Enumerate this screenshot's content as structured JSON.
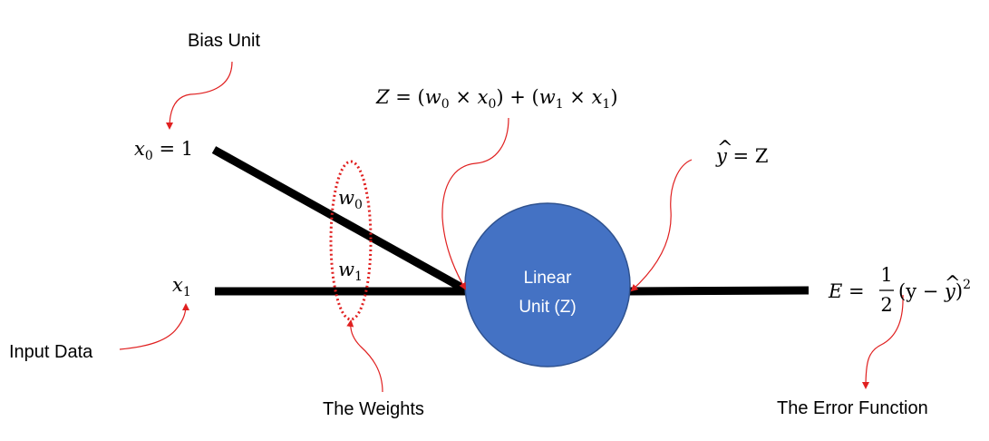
{
  "labels": {
    "bias_unit": "Bias Unit",
    "input_data": "Input Data",
    "the_weights": "The Weights",
    "error_function": "The Error Function"
  },
  "node": {
    "line1": "Linear",
    "line2": "Unit (Z)",
    "fill": "#4472C4",
    "stroke": "#2F528F"
  },
  "equations": {
    "x0": {
      "var": "x",
      "sub": "0",
      "rest": " = 1"
    },
    "x1": {
      "var": "x",
      "sub": "1"
    },
    "w0": {
      "var": "w",
      "sub": "0"
    },
    "w1": {
      "var": "w",
      "sub": "1"
    },
    "z": {
      "lhs": "Z = (",
      "w": "w",
      "w_sub0": "0",
      "times": " × ",
      "x": "x",
      "x_sub0": "0",
      "mid": ") + (",
      "w_sub1": "1",
      "x_sub1": "1",
      "end": ")"
    },
    "yhat": {
      "var": "y",
      "hat": "^",
      "rest": " = Z"
    },
    "error": {
      "lhs": "E = ",
      "num": "1",
      "den": "2",
      "open": "(y − ",
      "y": "y",
      "hat": "^",
      "close": ")",
      "sup": "2"
    }
  },
  "colors": {
    "arrow": "#E02020",
    "edge": "#000000",
    "weights_ellipse": "#E02020"
  }
}
